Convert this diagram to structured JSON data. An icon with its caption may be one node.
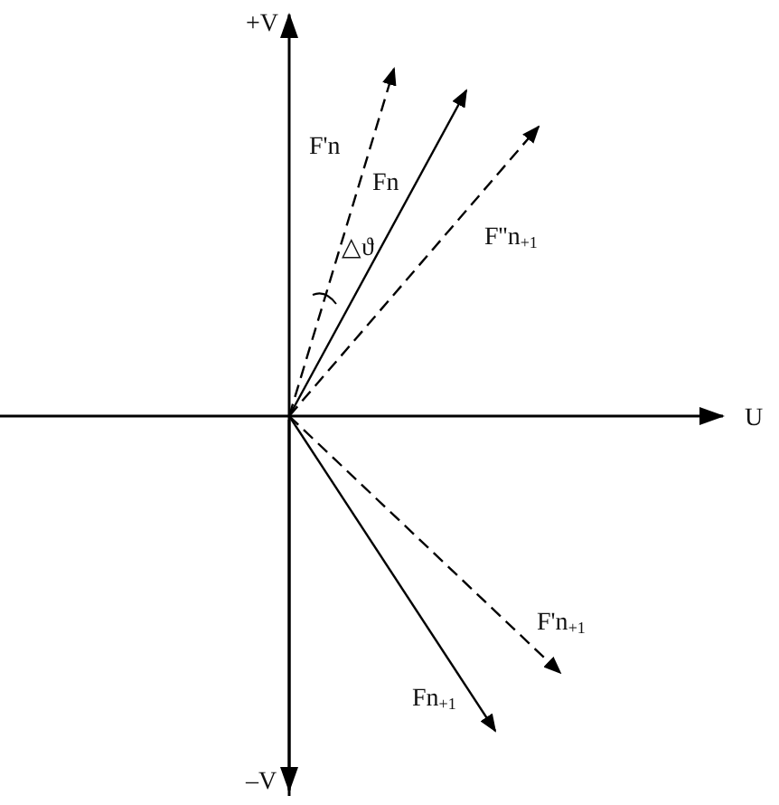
{
  "diagram": {
    "labels": [
      "+V",
      "F'n",
      "Fn",
      "△ϑ",
      "F''n$_{+1}$",
      "U",
      "F'n$_{+1}$",
      "Fn$_{+1}$",
      "–V"
    ]
  }
}
